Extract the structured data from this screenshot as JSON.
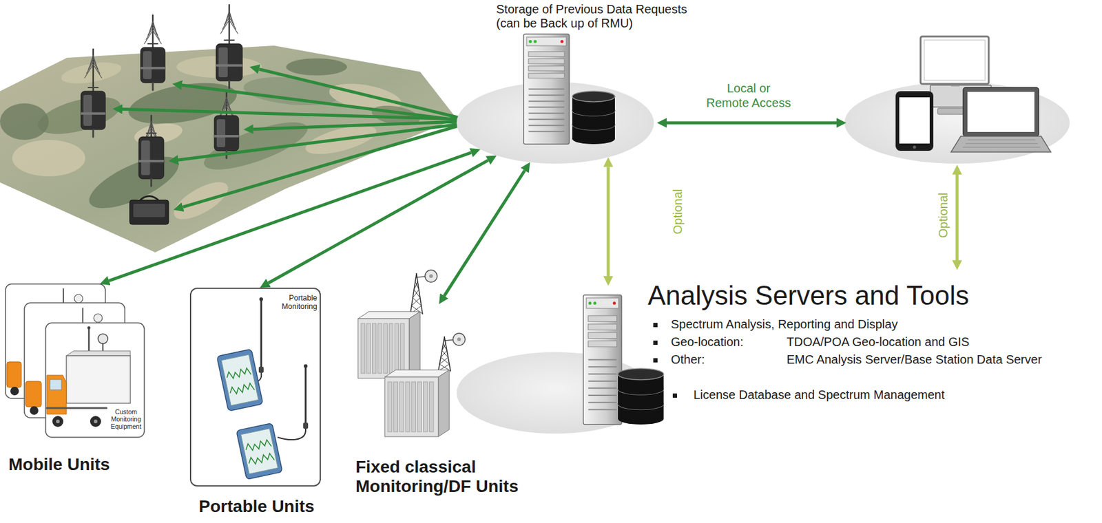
{
  "diagram": {
    "nodes": [
      {
        "text": [
          "Storage of Previous Data Requests (can be Back up of RMU)"
        ]
      },
      {
        "text": [
          "Analysis Servers and Tools",
          "Spectrum Analysis, Reporting and Display",
          "Geo-location:",
          "TDOA/POA Geo-location and GIS",
          "Other:",
          "EMC Analysis Server/Base Station Data Server",
          "License Database and Spectrum Management"
        ]
      },
      {
        "text": [
          "Custom Monitoring Equipment",
          "Mobile Units"
        ]
      },
      {
        "text": [
          "Portable Monitoring",
          "Portable Units"
        ]
      },
      {
        "text": [
          "Fixed classical Monitoring/DF Units"
        ]
      }
    ],
    "edges": [
      {
        "from": 0,
        "to": 2,
        "arrow": "both"
      },
      {
        "from": 0,
        "to": 3,
        "arrow": "both"
      },
      {
        "from": 0,
        "to": 4,
        "arrow": "both"
      },
      {
        "from": 0,
        "to": 1,
        "label": "Optional",
        "arrow": "both"
      }
    ],
    "labels": [
      "Local or Remote Access",
      "Optional"
    ]
  }
}
